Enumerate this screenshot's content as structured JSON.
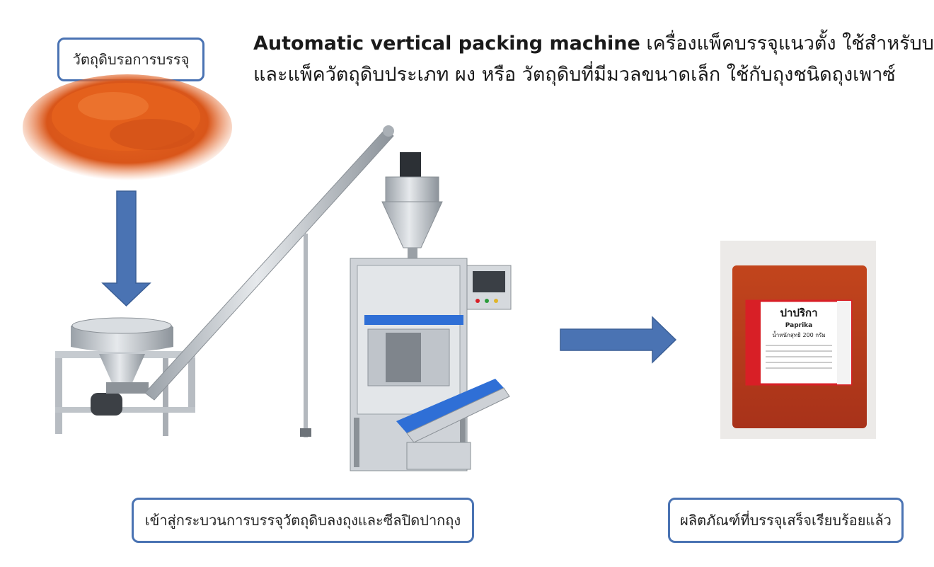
{
  "labels": {
    "raw_material": "วัตถุดิบรอการบรรจุ",
    "process": "เข้าสู่กระบวนการบรรจุวัตถุดิบลงถุงและซีลปิดปากถุง",
    "finished_product": "ผลิตภัณฑ์ที่บรรจุเสร็จเรียบร้อยแล้ว"
  },
  "headline": {
    "bold": "Automatic vertical packing machine",
    "line1_rest": " เครื่องแพ็คบรรจุแนวตั้ง ใช้สำหรับบรรจุ",
    "line2": "และแพ็ควัตถุดิบประเภท ผง หรือ วัตถุดิบที่มีมวลขนาดเล็ก ใช้กับถุงชนิดถุงเพาซ์"
  },
  "package": {
    "title": "ปาปริกา",
    "subtitle": "Paprika",
    "weight": "น้ำหนักสุทธิ 200 กรัม"
  },
  "colors": {
    "arrow": "#4a73b3",
    "box_border": "#4a73b3",
    "powder": "#e05a1c",
    "machine": "#c9ced4",
    "conveyor": "#2f6fd6",
    "label_red": "#d81f26"
  }
}
